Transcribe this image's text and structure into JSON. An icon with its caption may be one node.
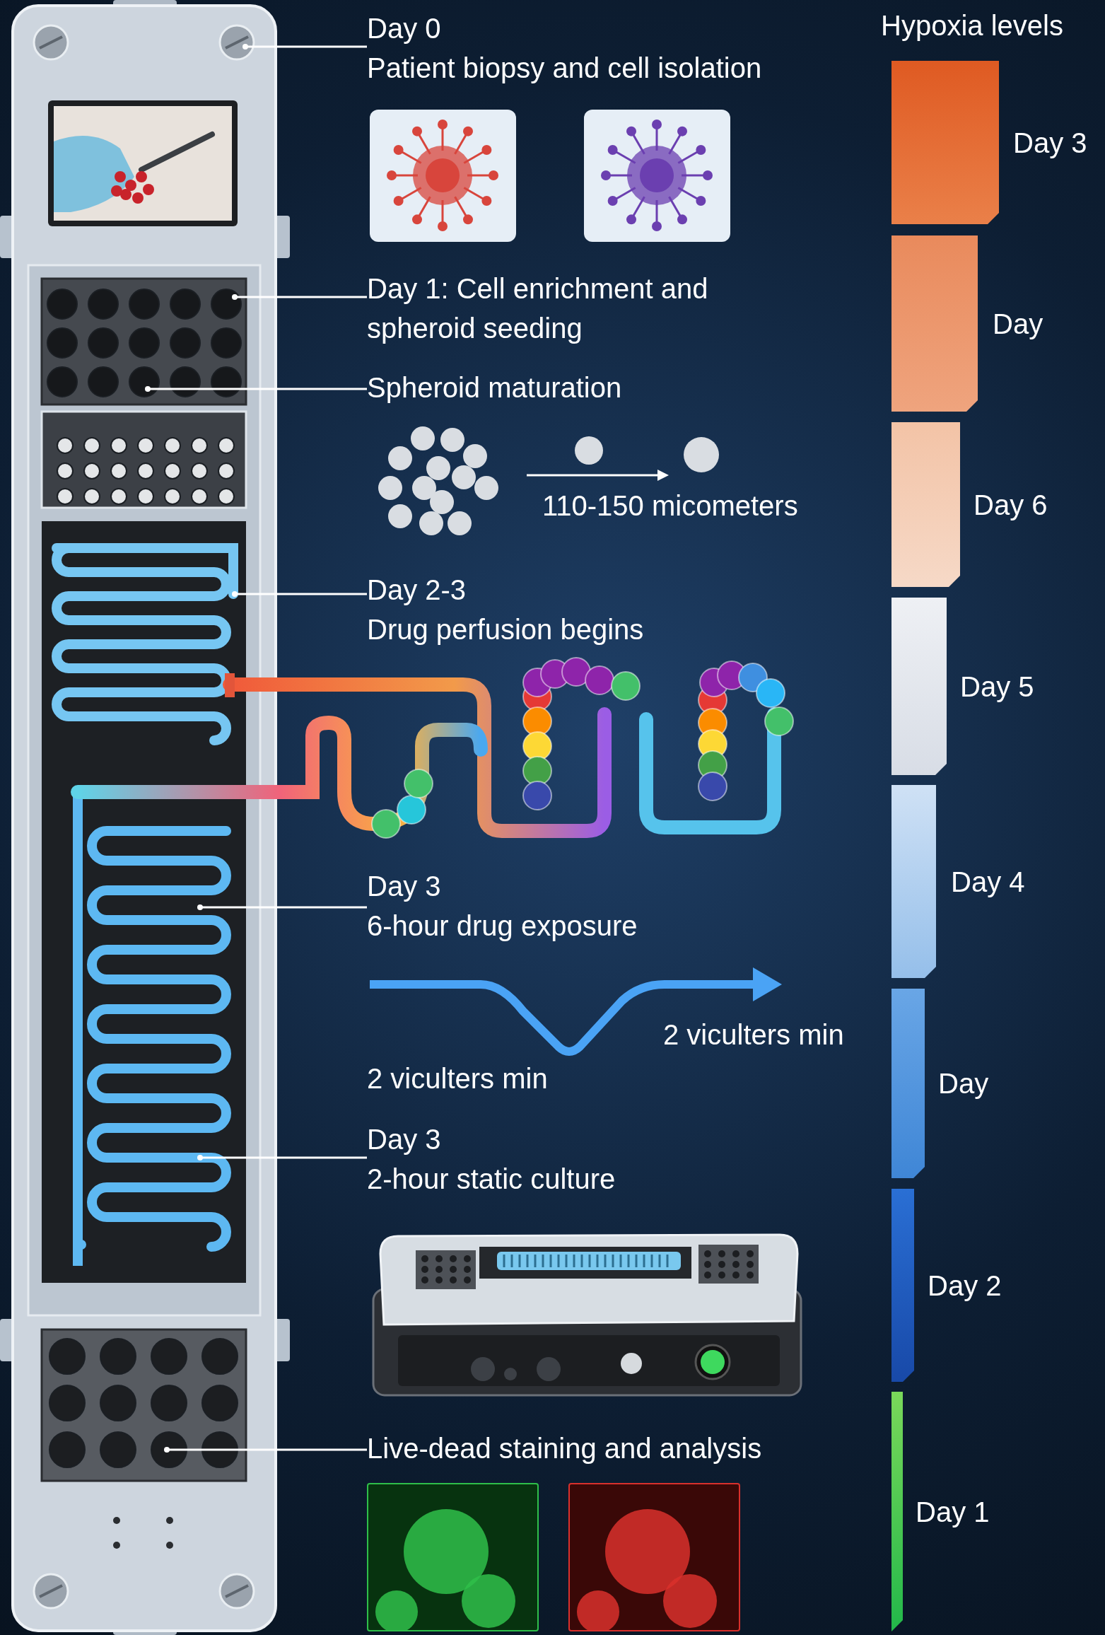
{
  "diagram": {
    "title": "Hypoxia levels",
    "nodes": [
      {
        "text": [
          "Day 0",
          "Patient biopsy and cell isolation"
        ]
      },
      {
        "text": [
          "Day 1: Cell enrichment and spheroid seeding"
        ]
      },
      {
        "text": [
          "Spheroid maturation"
        ]
      },
      {
        "text": [
          "Day 2-3",
          "Drug perfusion begins"
        ]
      },
      {
        "text": [
          "Day 3",
          "6-hour drug exposure"
        ]
      },
      {
        "text": [
          "Day 3",
          "2-hour static culture"
        ]
      },
      {
        "text": [
          "Live-dead staining and analysis"
        ]
      },
      {
        "text": [],
        "shape": "bar",
        "beside": [
          "Day 3"
        ]
      },
      {
        "text": [],
        "shape": "bar",
        "beside": [
          "Day"
        ]
      },
      {
        "text": [],
        "shape": "bar",
        "beside": [
          "Day 6"
        ]
      },
      {
        "text": [],
        "shape": "bar",
        "beside": [
          "Day 5"
        ]
      },
      {
        "text": [],
        "shape": "bar",
        "beside": [
          "Day 4"
        ]
      },
      {
        "text": [],
        "shape": "bar",
        "beside": [
          "Day"
        ]
      },
      {
        "text": [],
        "shape": "bar",
        "beside": [
          "Day 2"
        ]
      },
      {
        "text": [],
        "shape": "bar",
        "beside": [
          "Day 1"
        ]
      }
    ],
    "edges": [
      {
        "from": 0,
        "to": null,
        "arrow": "other"
      },
      {
        "from": 1,
        "to": null,
        "arrow": "other"
      },
      {
        "from": 2,
        "to": null,
        "arrow": "other"
      },
      {
        "from": 3,
        "to": null,
        "arrow": "other"
      },
      {
        "from": 4,
        "to": null,
        "arrow": "other"
      },
      {
        "from": 5,
        "to": null,
        "arrow": "other"
      },
      {
        "from": 6,
        "to": null,
        "arrow": "other"
      }
    ],
    "labels": [
      "110-150 micometers",
      "2 viculters min",
      "2 viculters min"
    ]
  }
}
